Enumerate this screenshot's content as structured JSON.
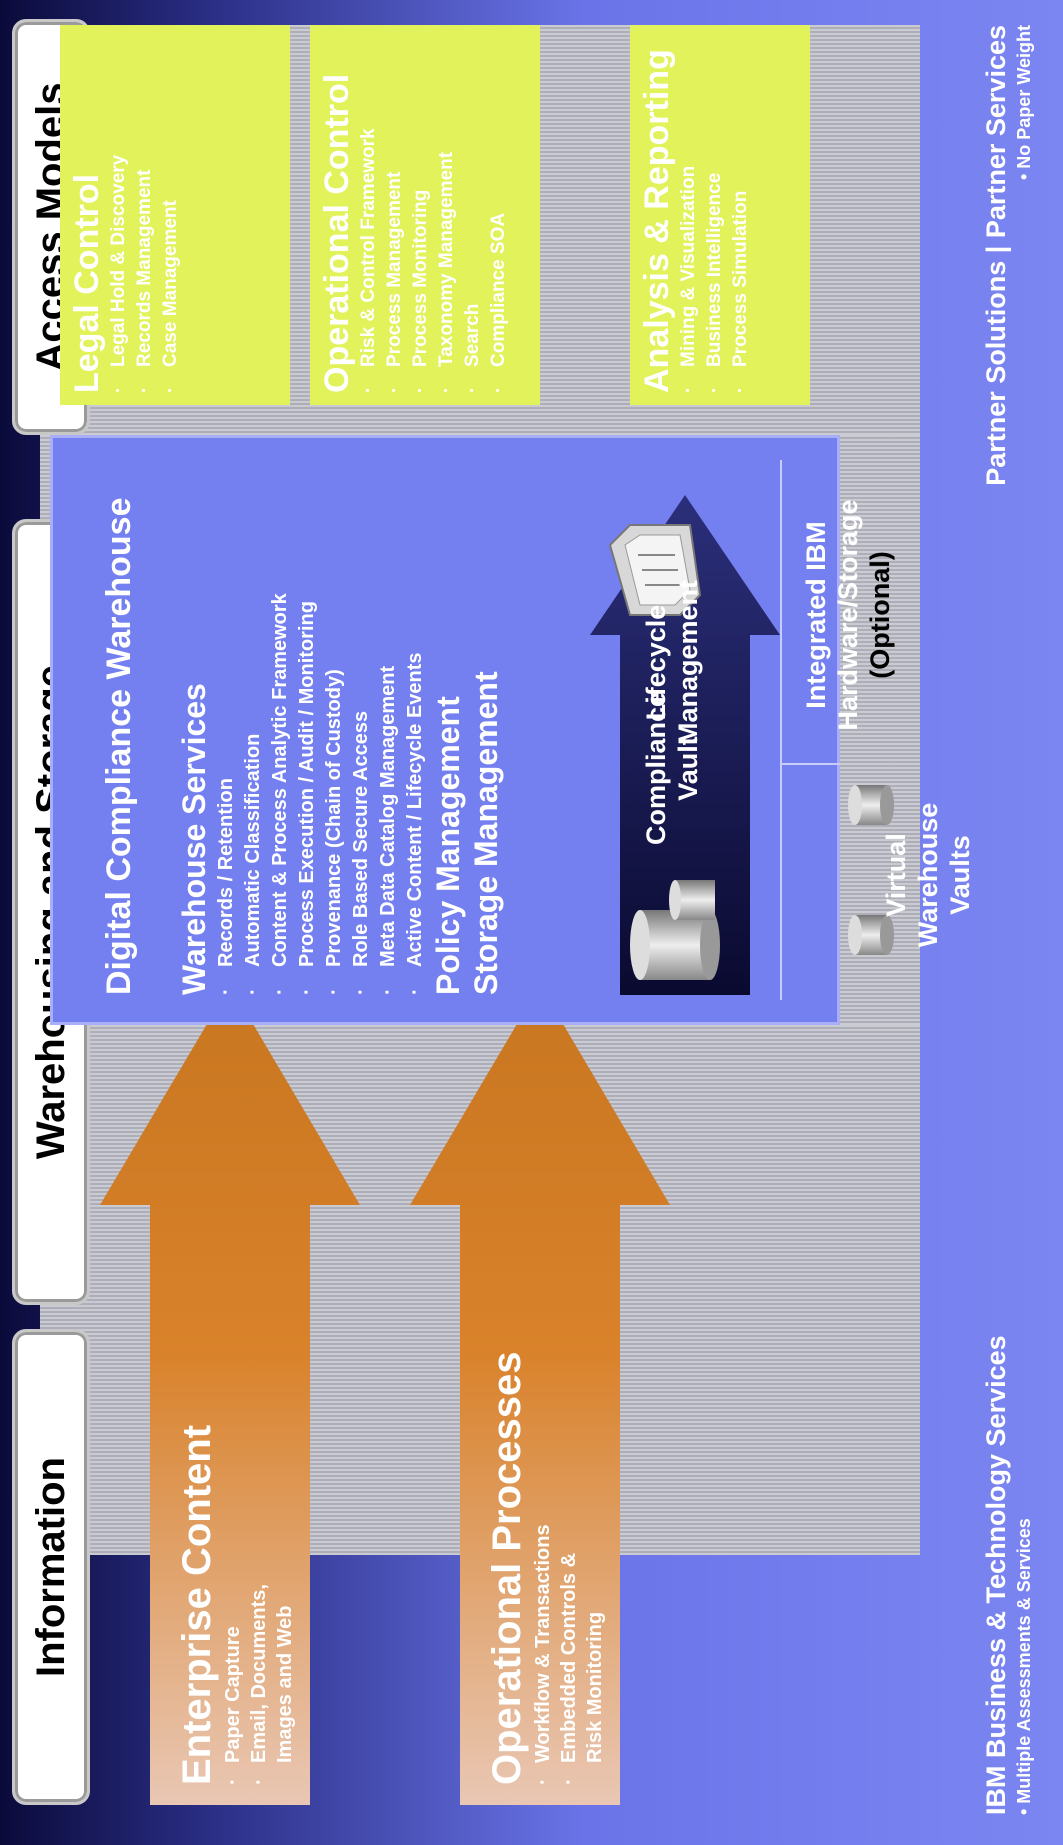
{
  "headers": {
    "information": "Information",
    "warehousing": "Warehousing and Storage",
    "access": "Access Models"
  },
  "enterprise_content": {
    "title": "Enterprise Content",
    "items": [
      "Paper Capture",
      "Email, Documents,",
      "Images and Web"
    ]
  },
  "operational_processes": {
    "title": "Operational Processes",
    "items": [
      "Workflow & Transactions",
      "Embedded Controls &",
      "Risk Monitoring"
    ]
  },
  "dcw": {
    "title": "Digital Compliance Warehouse",
    "services_title": "Warehouse Services",
    "services": [
      "Records / Retention",
      "Automatic Classification",
      "Content & Process Analytic Framework",
      "Process Execution / Audit / Monitoring",
      "Provenance (Chain of Custody)",
      "Role Based Secure Access",
      "Meta Data Catalog Management",
      "Active Content / Lifecycle Events"
    ],
    "policy": "Policy Management",
    "storage": "Storage Management",
    "vault_line1": "Compliance",
    "vault_line2": "Vault",
    "lifecycle_line1": "Lifecycle",
    "lifecycle_line2": "Management",
    "virtual_line1": "Virtual",
    "virtual_line2": "Warehouse Vaults",
    "ibm_line1": "Integrated IBM",
    "ibm_line2": "Hardware/Storage",
    "ibm_line3": "(Optional)"
  },
  "legal_control": {
    "title": "Legal Control",
    "items": [
      "Legal Hold & Discovery",
      "Records Management",
      "Case Management"
    ]
  },
  "operational_control": {
    "title": "Operational Control",
    "items": [
      "Risk & Control Framework",
      "Process Management",
      "Process Monitoring",
      "Taxonomy Management",
      "Search",
      "Compliance SOA"
    ]
  },
  "analysis_reporting": {
    "title": "Analysis & Reporting",
    "items": [
      "Mining & Visualization",
      "Business Intelligence",
      "Process Simulation"
    ]
  },
  "footer": {
    "left_title": "IBM Business & Technology Services",
    "left_sub": "• Multiple Assessments & Services",
    "right_title": "Partner Solutions | Partner Services",
    "right_sub": "• No Paper Weight"
  },
  "colors": {
    "arrow_orange": "#d9822b",
    "green_box": "#e2f25a",
    "dcw_blue": "#7480f0",
    "dark_arrow": "#1a1a5a"
  }
}
